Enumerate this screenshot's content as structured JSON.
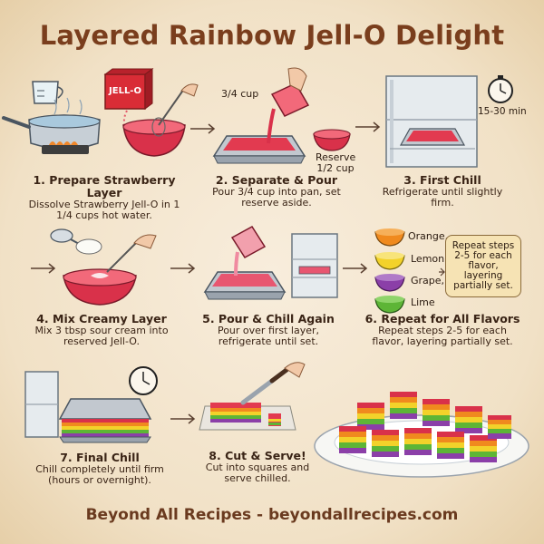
{
  "title": "Layered Rainbow Jell-O Delight",
  "footer": "Beyond All Recipes - beyondallrecipes.com",
  "box_label": "JELL-O",
  "steps": [
    {
      "title": "1. Prepare Strawberry Layer",
      "desc": "Dissolve Strawberry Jell-O in 1 1/4 cups hot water."
    },
    {
      "title": "2. Separate & Pour",
      "desc": "Pour 3/4 cup into pan, set reserve aside."
    },
    {
      "title": "3. First Chill",
      "desc": "Refrigerate until slightly firm."
    },
    {
      "title": "4. Mix Creamy Layer",
      "desc": "Mix 3 tbsp sour cream into reserved Jell-O."
    },
    {
      "title": "5. Pour & Chill Again",
      "desc": "Pour over first layer, refrigerate until set."
    },
    {
      "title": "6. Repeat for All Flavors",
      "desc": "Repeat steps 2-5 for each flavor, layering partially set."
    },
    {
      "title": "7. Final Chill",
      "desc": "Chill completely until firm (hours or overnight)."
    },
    {
      "title": "8. Cut & Serve!",
      "desc": "Cut into squares and serve chilled."
    }
  ],
  "labels": {
    "cup": "3/4 cup",
    "reserve": "Reserve 1/2 cup",
    "time": "15-30 min",
    "flavors": [
      "Orange,",
      "Lemon,",
      "Grape,",
      "Lime"
    ],
    "repeat_note": "Repeat steps 2-5 for each flavor, layering partially set."
  },
  "colors": {
    "title": "#7a3e1d",
    "background": "#f3e6cf",
    "strawberry": "#d9314a",
    "orange": "#f08a1e",
    "lemon": "#f3d22a",
    "grape": "#8b3fa8",
    "lime": "#5db536"
  }
}
